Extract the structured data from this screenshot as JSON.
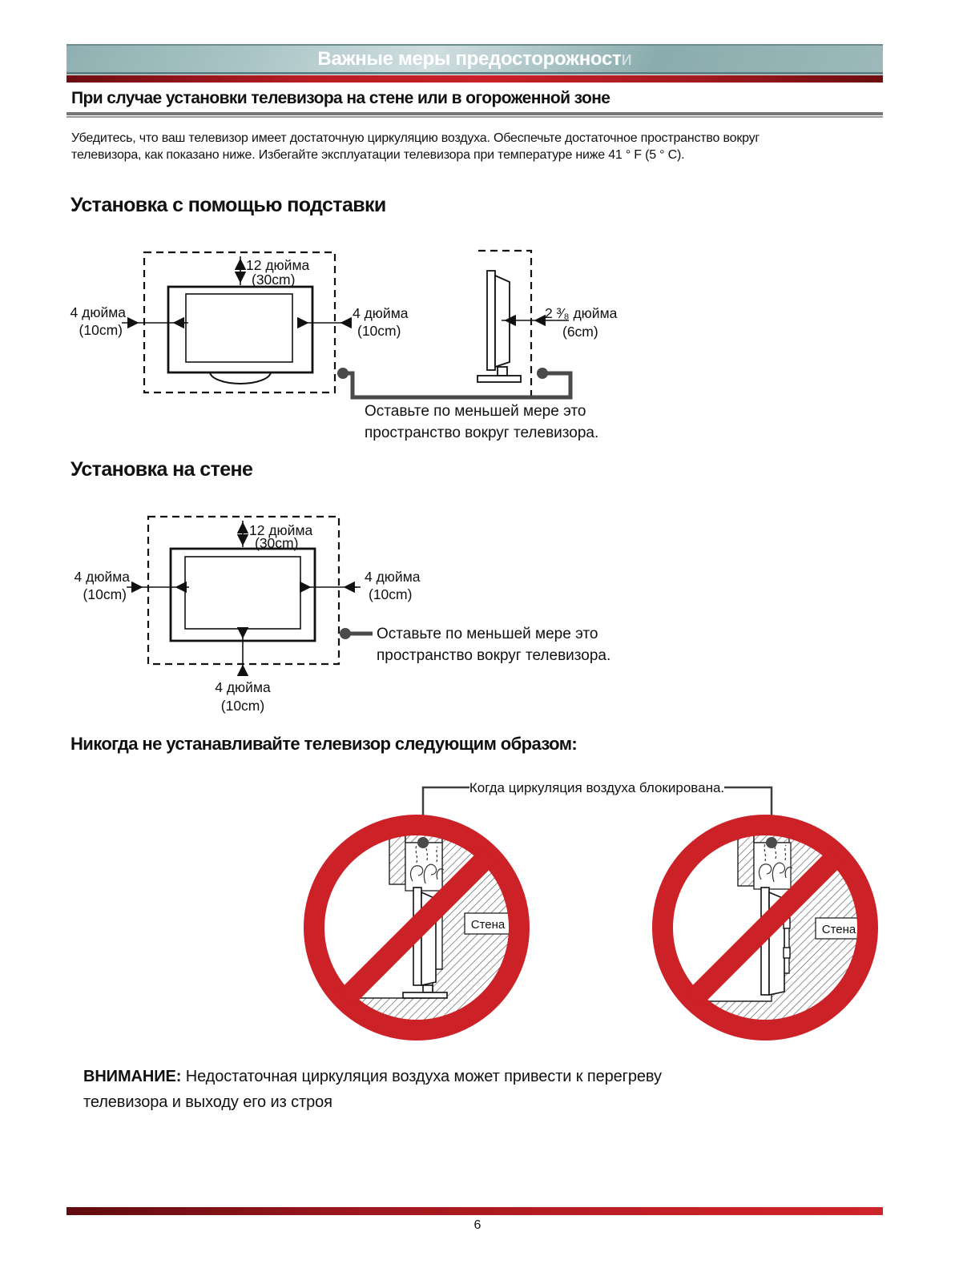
{
  "header": {
    "title_main": "Важные меры предосторожност",
    "title_tail": "и"
  },
  "section": {
    "heading": "При случае установки телевизора на стене или в огороженной зоне",
    "body_line1": "Убедитесь, что ваш телевизор имеет достаточную циркуляцию воздуха. Обеспечьте достаточное пространство вокруг",
    "body_line2": "телевизора, как показано ниже. Избегайте эксплуатации телевизора при температуре ниже  41 ° F (5 ° C)."
  },
  "stand_install": {
    "heading": "Установка с помощью подставки",
    "top_label1": "12 дюйма",
    "top_label2": "(30cm)",
    "left_label1": "4 дюйма",
    "left_label2": "(10cm)",
    "right_label1": "4 дюйма",
    "right_label2": "(10cm)",
    "side_label1": "2 ³⁄₈ дюйма",
    "side_label2": "(6cm)",
    "callout_line1": "Оставьте по меньшей мере это",
    "callout_line2": "пространство вокруг телевизора."
  },
  "wall_install": {
    "heading": "Установка на стене",
    "top_label1": "12 дюйма",
    "top_label2": "(30cm)",
    "left_label1": "4 дюйма",
    "left_label2": "(10cm)",
    "right_label1": "4 дюйма",
    "right_label2": "(10cm)",
    "bottom_label1": "4 дюйма",
    "bottom_label2": "(10cm)",
    "callout_line1": "Оставьте по меньшей мере это",
    "callout_line2": "пространство вокруг телевизора."
  },
  "never_install": {
    "heading": "Никогда не устанавливайте телевизор следующим образом:",
    "blocked_label": "Когда циркуляция воздуха блокирована.",
    "wall_label": "Стена"
  },
  "warning": {
    "label": "ВНИМАНИЕ:",
    "text_line1": " Недостаточная циркуляция воздуха может привести к перегреву",
    "text_line2": "телевизора и выходу его из строя"
  },
  "footer": {
    "page_number": "6"
  },
  "colors": {
    "accent_red": "#cc2127",
    "header_teal": "#8fb0b2",
    "connector_gray": "#4a4a4a"
  }
}
